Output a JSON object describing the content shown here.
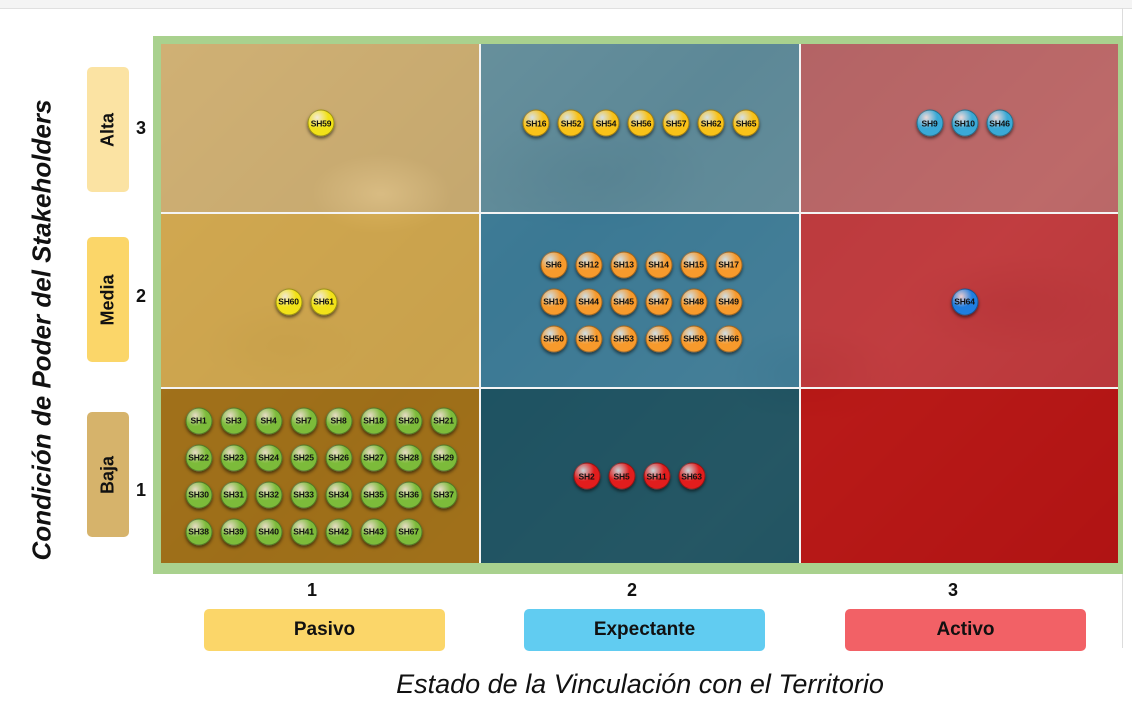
{
  "y_axis": {
    "title": "Condición de Poder del Stakeholders",
    "levels": [
      {
        "value": "3",
        "label": "Alta",
        "color": "#fbe3a3"
      },
      {
        "value": "2",
        "label": "Media",
        "color": "#fbd669"
      },
      {
        "value": "1",
        "label": "Baja",
        "color": "#d6b36b"
      }
    ]
  },
  "x_axis": {
    "title": "Estado de la Vinculación con el Territorio",
    "levels": [
      {
        "value": "1",
        "label": "Pasivo",
        "color": "#fbd669"
      },
      {
        "value": "2",
        "label": "Expectante",
        "color": "#61ccf1"
      },
      {
        "value": "3",
        "label": "Activo",
        "color": "#f26166"
      }
    ]
  },
  "cell_colors": {
    "3-1": "rgba(246,208,130,0.72)",
    "3-2": "rgba(120,200,230,0.55)",
    "3-3": "rgba(240,120,125,0.66)",
    "2-1": "rgba(241,191,82,0.78)",
    "2-2": "rgba(60,160,205,0.62)",
    "2-3": "rgba(228,55,62,0.74)",
    "1-1": "rgba(175,120,20,0.85)",
    "1-2": "rgba(20,90,110,0.76)",
    "1-3": "rgba(205,15,15,0.82)"
  },
  "marker_colors": {
    "green": "#7cbb3a",
    "yellow": "#f2e218",
    "orange": "#f79a2c",
    "gold": "#f9c218",
    "red": "#e21d1d",
    "cyan": "#3aa9d6",
    "blue": "#1f7ee0"
  },
  "groups": [
    {
      "power": 3,
      "state": 1,
      "color": "yellow",
      "items": [
        "SH59"
      ]
    },
    {
      "power": 3,
      "state": 2,
      "color": "gold",
      "items": [
        "SH16",
        "SH52",
        "SH54",
        "SH56",
        "SH57",
        "SH62",
        "SH65"
      ]
    },
    {
      "power": 3,
      "state": 3,
      "color": "cyan",
      "items": [
        "SH9",
        "SH10",
        "SH46"
      ]
    },
    {
      "power": 2,
      "state": 1,
      "color": "yellow",
      "items": [
        "SH60",
        "SH61"
      ]
    },
    {
      "power": 2,
      "state": 2,
      "color": "orange",
      "items": [
        "SH6",
        "SH12",
        "SH13",
        "SH14",
        "SH15",
        "SH17",
        "SH19",
        "SH44",
        "SH45",
        "SH47",
        "SH48",
        "SH49",
        "SH50",
        "SH51",
        "SH53",
        "SH55",
        "SH58",
        "SH66"
      ]
    },
    {
      "power": 2,
      "state": 3,
      "color": "blue",
      "items": [
        "SH64"
      ]
    },
    {
      "power": 1,
      "state": 1,
      "color": "green",
      "items": [
        "SH1",
        "SH3",
        "SH4",
        "SH7",
        "SH8",
        "SH18",
        "SH20",
        "SH21",
        "SH22",
        "SH23",
        "SH24",
        "SH25",
        "SH26",
        "SH27",
        "SH28",
        "SH29",
        "SH30",
        "SH31",
        "SH32",
        "SH33",
        "SH34",
        "SH35",
        "SH36",
        "SH37",
        "SH38",
        "SH39",
        "SH40",
        "SH41",
        "SH42",
        "SH43",
        "SH67"
      ]
    },
    {
      "power": 1,
      "state": 2,
      "color": "red",
      "items": [
        "SH2",
        "SH5",
        "SH11",
        "SH63"
      ]
    }
  ]
}
